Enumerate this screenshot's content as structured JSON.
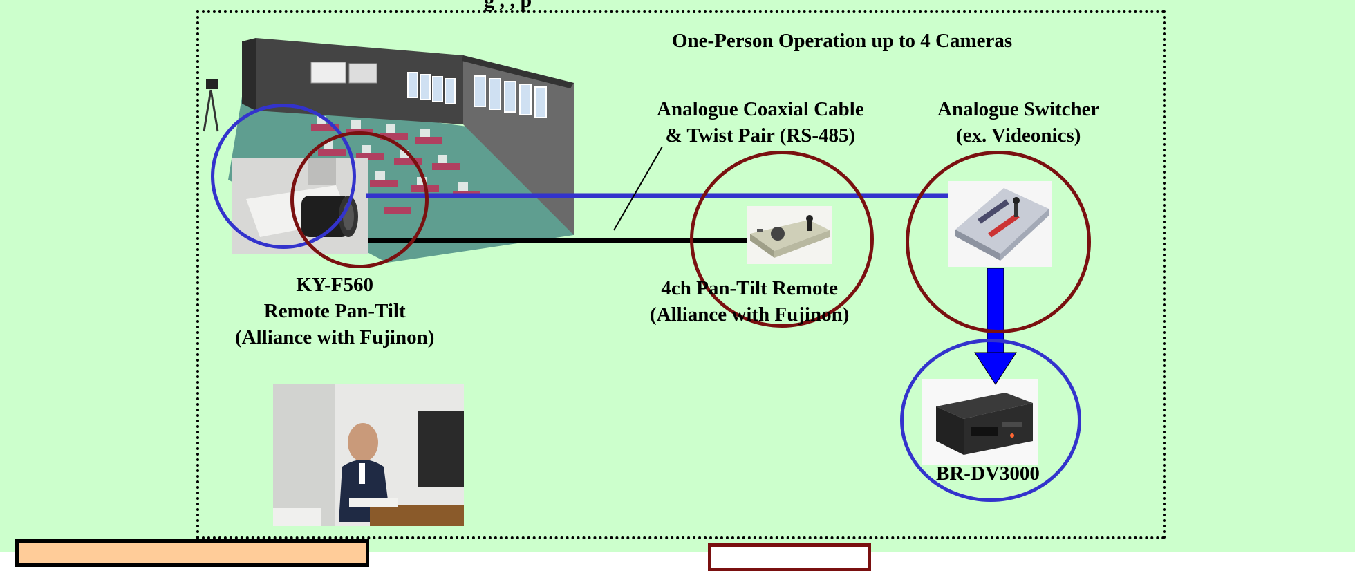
{
  "header": {
    "title_fragment": "g  ,   ,    p"
  },
  "diagram": {
    "subtitle": "One-Person Operation up to 4 Cameras",
    "cable_label": [
      "Analogue Coaxial Cable",
      "& Twist Pair (RS-485)"
    ],
    "switcher_label": [
      "Analogue Switcher",
      "(ex. Videonics)"
    ],
    "camera_label": [
      "KY-F560",
      "Remote Pan-Tilt",
      "(Alliance with Fujinon)"
    ],
    "remote_label": [
      "4ch Pan-Tilt Remote",
      "(Alliance with Fujinon)"
    ],
    "recorder_label": "BR-DV3000"
  },
  "colors": {
    "background": "#ccffcc",
    "dark_red_ring": "#7a1010",
    "blue_ring": "#3333cc",
    "video_line": "#3333cc",
    "control_line": "#000000",
    "arrow": "#0000ff",
    "bottom_box_left": "#ffcc99"
  },
  "icons": {
    "classroom": "classroom-illustration",
    "camera": "ptz-camera-photo",
    "remote": "pan-tilt-remote-photo",
    "switcher": "video-switcher-photo",
    "recorder": "dv-recorder-photo",
    "presenter": "presenter-photo"
  }
}
